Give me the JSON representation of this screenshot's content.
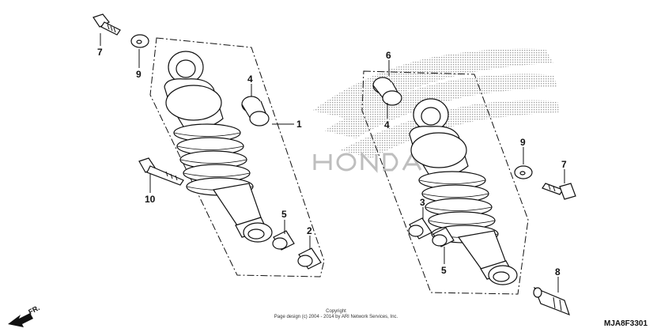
{
  "callouts": {
    "c1": "1",
    "c2": "2",
    "c3": "3",
    "c4a": "4",
    "c4b": "4",
    "c5a": "5",
    "c5b": "5",
    "c6": "6",
    "c7a": "7",
    "c7b": "7",
    "c8": "8",
    "c9a": "9",
    "c9b": "9",
    "c10": "10"
  },
  "direction_label": "FR.",
  "copyright_line1": "Copyright",
  "copyright_line2": "Page design (c) 2004 - 2014 by ARI Network Services, Inc.",
  "diagram_code": "MJA8F3301",
  "watermark_text": "HONDA",
  "colors": {
    "line": "#111111",
    "watermark": "#c8c8c8",
    "background": "#ffffff"
  }
}
